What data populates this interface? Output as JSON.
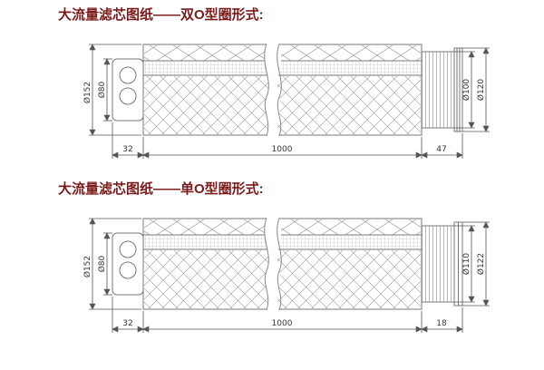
{
  "colors": {
    "title": "#7b1b1b",
    "object_line": "#777777",
    "dimension_line": "#555555",
    "background": "#ffffff"
  },
  "sections": [
    {
      "title": "大流量滤芯图纸——双O型圈形式:",
      "dims": {
        "left_outer": "Ø152",
        "left_inner": "Ø80",
        "right_inner": "Ø100",
        "right_outer": "Ø120",
        "bottom_left": "32",
        "bottom_middle": "1000",
        "bottom_right": "47"
      }
    },
    {
      "title": "大流量滤芯图纸——单O型圈形式:",
      "dims": {
        "left_outer": "Ø152",
        "left_inner": "Ø80",
        "right_inner": "Ø110",
        "right_outer": "Ø122",
        "bottom_left": "32",
        "bottom_middle": "1000",
        "bottom_right": "18"
      }
    }
  ]
}
